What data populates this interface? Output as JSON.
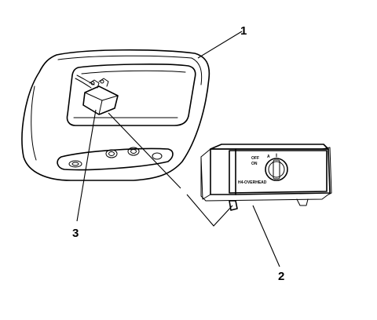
{
  "callouts": [
    {
      "number": "1"
    },
    {
      "number": "2"
    },
    {
      "number": "3"
    }
  ],
  "switch_markings": {
    "top_left": "OFF",
    "top_left_2": "ON",
    "top_right": "A",
    "bottom_code": "H4-OVERHEAD"
  }
}
